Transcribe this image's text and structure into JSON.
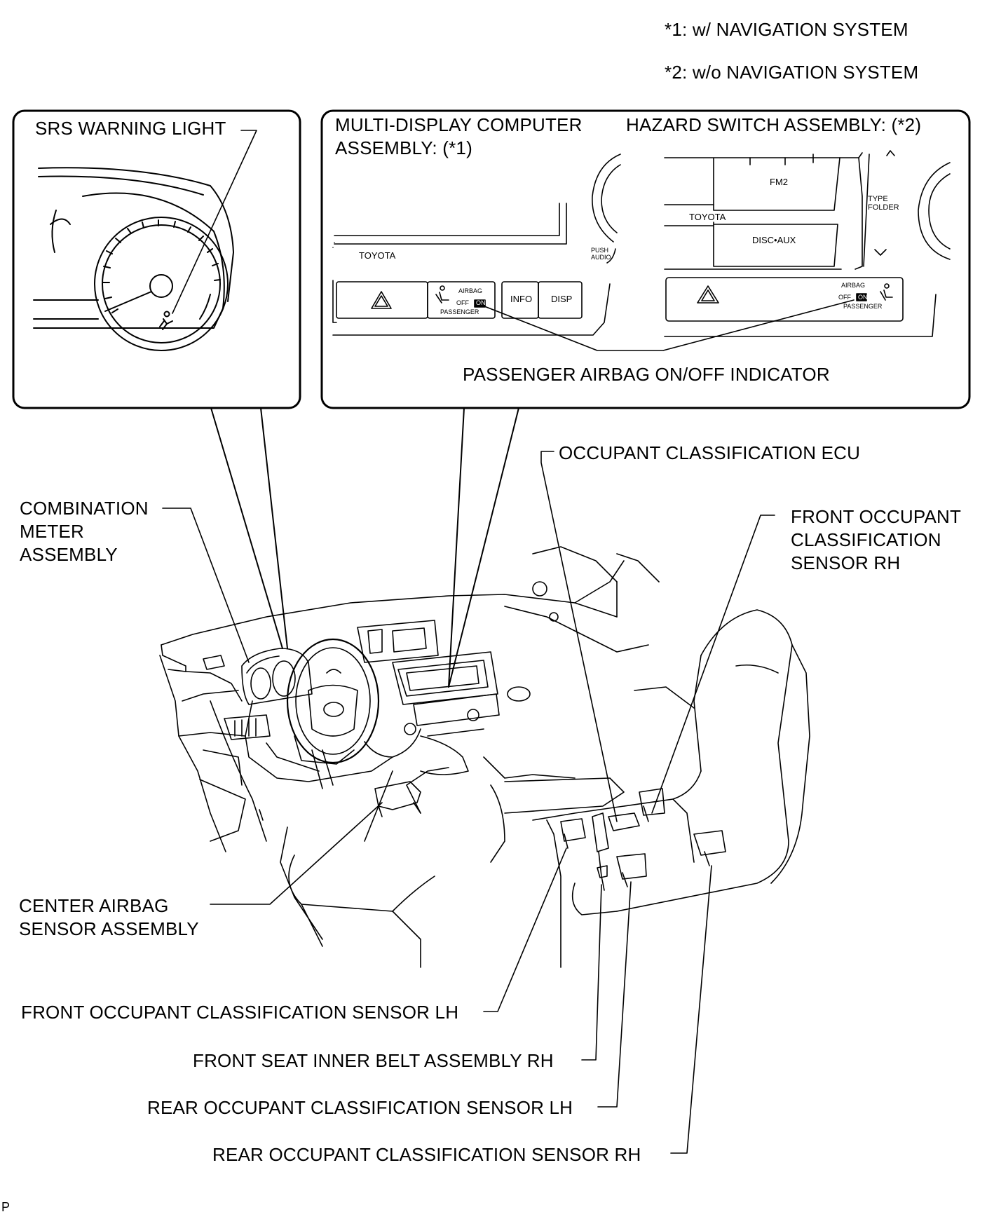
{
  "notes": {
    "nav": "*1: w/ NAVIGATION SYSTEM",
    "no_nav": "*2: w/o NAVIGATION SYSTEM"
  },
  "inset_left": {
    "title": "SRS WARNING LIGHT"
  },
  "inset_right": {
    "multi_display": "MULTI-DISPLAY COMPUTER\nASSEMBLY: (*1)",
    "hazard_switch": "HAZARD SWITCH ASSEMBLY: (*2)",
    "indicator": "PASSENGER AIRBAG ON/OFF INDICATOR",
    "panel_text": {
      "toyota": "TOYOTA",
      "push_audio": "PUSH\nAUDIO",
      "airbag": "AIRBAG",
      "off": "OFF",
      "on": "ON",
      "passenger": "PASSENGER",
      "info": "INFO",
      "disp": "DISP",
      "fm2": "FM2",
      "disc_aux": "DISC•AUX",
      "type_folder": "TYPE\nFOLDER"
    }
  },
  "callouts": {
    "combination_meter": "COMBINATION\nMETER\nASSEMBLY",
    "occupant_ecu": "OCCUPANT CLASSIFICATION ECU",
    "front_rh": "FRONT OCCUPANT\nCLASSIFICATION\nSENSOR RH",
    "center_airbag": "CENTER AIRBAG\nSENSOR ASSEMBLY",
    "front_lh": "FRONT OCCUPANT CLASSIFICATION SENSOR LH",
    "inner_belt": "FRONT SEAT INNER BELT ASSEMBLY RH",
    "rear_lh": "REAR OCCUPANT CLASSIFICATION SENSOR LH",
    "rear_rh": "REAR OCCUPANT CLASSIFICATION SENSOR RH"
  },
  "figure_code": "P"
}
